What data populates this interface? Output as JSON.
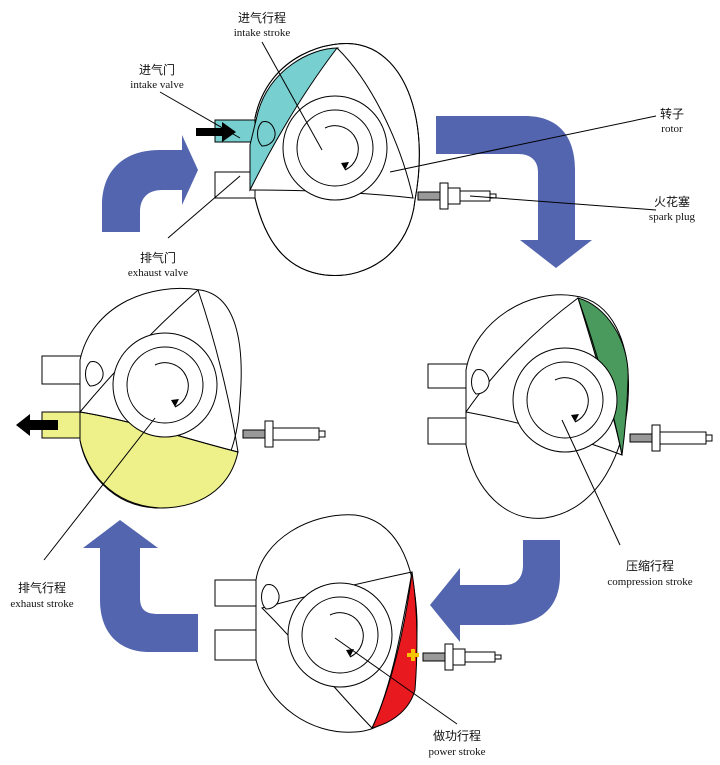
{
  "labels": {
    "intake_stroke_zh": "进气行程",
    "intake_stroke_en": "intake stroke",
    "intake_valve_zh": "进气门",
    "intake_valve_en": "intake valve",
    "rotor_zh": "转子",
    "rotor_en": "rotor",
    "spark_plug_zh": "火花塞",
    "spark_plug_en": "spark plug",
    "exhaust_valve_zh": "排气门",
    "exhaust_valve_en": "exhaust valve",
    "exhaust_stroke_zh": "排气行程",
    "exhaust_stroke_en": "exhaust stroke",
    "compression_stroke_zh": "压缩行程",
    "compression_stroke_en": "compression stroke",
    "power_stroke_zh": "做功行程",
    "power_stroke_en": "power stroke"
  },
  "colors": {
    "intake": "#78cfcf",
    "compression": "#4a9a5e",
    "power": "#e8191f",
    "exhaust": "#eef08a",
    "flow_arrow": "#5365ae",
    "spark": "#f5c400"
  }
}
